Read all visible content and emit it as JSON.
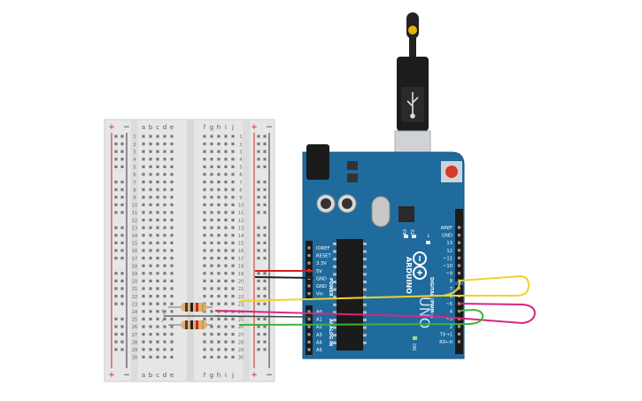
{
  "breadboard": {
    "top_cols_left": [
      "a",
      "b",
      "c",
      "d",
      "e"
    ],
    "top_cols_right": [
      "f",
      "g",
      "h",
      "i",
      "j"
    ],
    "rail_plus": "+",
    "rail_minus": "−",
    "row_numbers": [
      "1",
      "2",
      "3",
      "4",
      "5",
      "6",
      "7",
      "8",
      "9",
      "10",
      "11",
      "12",
      "13",
      "14",
      "15",
      "16",
      "17",
      "18",
      "19",
      "20",
      "21",
      "22",
      "23",
      "24",
      "25",
      "26",
      "27",
      "28",
      "29",
      "30"
    ]
  },
  "arduino": {
    "logo_text": "ARDUINO",
    "model_text": "UNO",
    "on_label": "ON",
    "tx_label": "TX",
    "rx_label": "RX",
    "l_label": "L",
    "power_header": "POWER",
    "analog_header": "ANALOG IN",
    "digital_header": "DIGITAL (PWM~)",
    "power_pins": [
      "IOREF",
      "RESET",
      "3.3V",
      "5V",
      "GND",
      "GND",
      "Vin"
    ],
    "analog_pins": [
      "A0",
      "A1",
      "A2",
      "A3",
      "A4",
      "A5"
    ],
    "digital_pins": [
      "AREF",
      "GND",
      "13",
      "12",
      "~11",
      "~10",
      "~9",
      "8",
      "7",
      "~6",
      "~5",
      "4",
      "~3",
      "2",
      "TX→1",
      "RX←0"
    ]
  },
  "colors": {
    "board_blue": "#1f6b9e",
    "breadboard": "#e6e6e6",
    "wire_red": "#d22020",
    "wire_black": "#222222",
    "wire_yellow": "#f2d22a",
    "wire_magenta": "#d6287f",
    "wire_green": "#3cb43c"
  }
}
